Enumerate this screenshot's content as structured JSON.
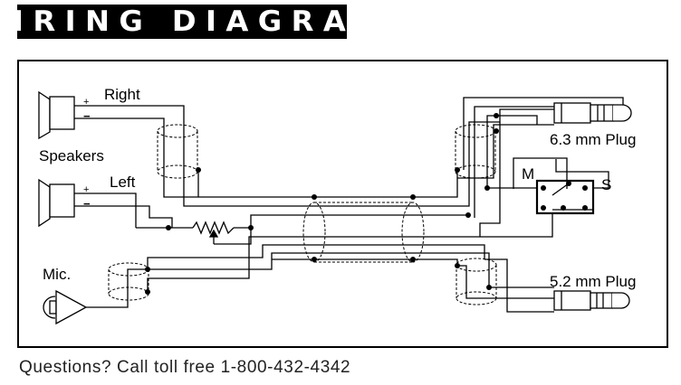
{
  "header": {
    "title": "WIRING DIAGRAM"
  },
  "diagram": {
    "labels": {
      "right": "Right",
      "left": "Left",
      "speakers": "Speakers",
      "mic": "Mic.",
      "plug_large": "6.3 mm Plug",
      "plug_small": "5.2 mm Plug",
      "switch_m": "M",
      "switch_s": "S",
      "plus": "+",
      "minus": "−"
    },
    "colors": {
      "line": "#000000",
      "background": "#ffffff",
      "title_bg": "#000000",
      "title_fg": "#ffffff"
    }
  },
  "footer": {
    "help_text": "Questions? Call toll free 1-800-432-4342"
  }
}
